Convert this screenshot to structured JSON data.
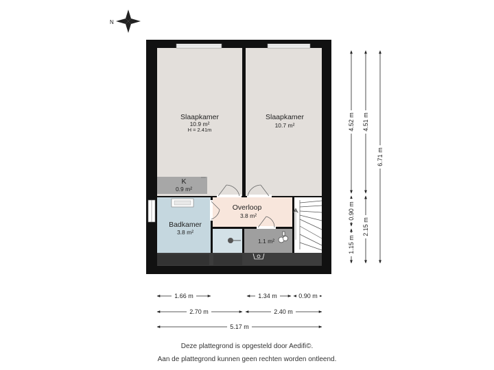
{
  "compass": {
    "north_label": "N"
  },
  "rooms": {
    "bedroom_left": {
      "name": "Slaapkamer",
      "area": "10.9 m²",
      "height": "H = 2.41m"
    },
    "bedroom_right": {
      "name": "Slaapkamer",
      "area": "10.7 m²"
    },
    "closet": {
      "name": "K",
      "area": "0.9 m²"
    },
    "landing": {
      "name": "Overloop",
      "area": "3.8 m²"
    },
    "bathroom": {
      "name": "Badkamer",
      "area": "3.8 m²"
    },
    "utility": {
      "area": "1.1 m²"
    }
  },
  "dimensions": {
    "right": [
      "4.52 m",
      "0.90 m",
      "1.15 m",
      "4.51 m",
      "2.15 m",
      "6.71 m"
    ],
    "bottom_row1": [
      "1.66 m",
      "1.34 m",
      "0.90 m"
    ],
    "bottom_row2": [
      "2.70 m",
      "2.40 m"
    ],
    "bottom_row3": [
      "5.17 m"
    ]
  },
  "footer": {
    "line1": "Deze plattegrond is opgesteld door Aedifi©.",
    "line2": "Aan de plattegrond kunnen geen rechten worden ontleend."
  },
  "colors": {
    "wall": "#111111",
    "bedroom_floor": "#e3dfdb",
    "landing_floor": "#f8e6dc",
    "bathroom_floor": "#c5d7df",
    "closet_floor": "#a7a7a7",
    "utility_floor": "#9f9f9f",
    "bath_lower": "#d3e1e7",
    "dark_strip": "#3d3d3d"
  }
}
